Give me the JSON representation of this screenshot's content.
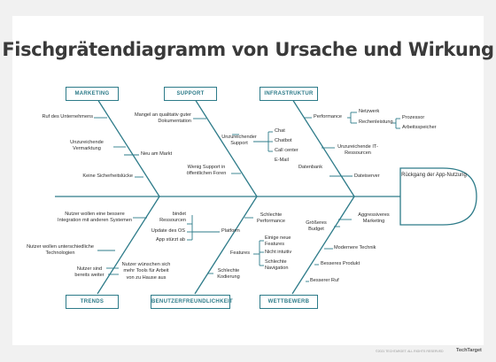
{
  "title": "Fischgrätendiagramm von Ursache und Wirkung",
  "effect": "Rückgang der App-Nutzung",
  "categories": {
    "marketing": "MARKETING",
    "support": "SUPPORT",
    "infrastruktur": "INFRASTRUKTUR",
    "trends": "TRENDS",
    "benutzer": "BENUTZERFREUNDLICHKEIT",
    "wettbewerb": "WETTBEWERB"
  },
  "causes": {
    "ruf_unternehmen": "Ruf des Unternehmens",
    "unzureichende_vermarktung": "Unzureichende Vermarktung",
    "neu_am_markt": "Neu am Markt",
    "keine_sicherheitsluecke": "Keine Sicherheitslücke",
    "mangel_dokumentation": "Mangel an qualitativ guter Dokumentation",
    "unzureichender_support": "Unzureichender Support",
    "chat": "Chat",
    "chatbot": "Chatbot",
    "call_center": "Call center",
    "email": "E-Mail",
    "wenig_support_foren": "Wenig Support in öffentlichen Foren",
    "performance": "Performance",
    "netzwerk": "Netzwerk",
    "rechenleistung": "Rechenleistung",
    "prozessor": "Prozessor",
    "arbeitsspeicher": "Arbeitsspeicher",
    "unzureichende_it": "Unzureichende IT-Ressourcen",
    "datenbank": "Datenbank",
    "dateiserver": "Dateiserver",
    "nutzer_integration": "Nutzer wollen eine bessere Integration mit anderen Systemen",
    "nutzer_technologien": "Nutzer wollen unterschiedliche Technologien",
    "nutzer_weiter": "Nutzer sind bereits weiter",
    "nutzer_tools": "Nutzer wünschen sich mehr Tools für Arbeit von zu Hause aus",
    "bindet_ressourcen": "bindet Ressourcen",
    "update_os": "Update des OS",
    "app_stuerzt": "App stürzt ab",
    "platform": "Platform",
    "schlechte_performance": "Schlechte Performance",
    "schlechte_kodierung": "Schlechte Kodierung",
    "einige_neue_features": "Einige neue Features",
    "nicht_intuitiv": "Nicht intuitiv",
    "schlechte_navigation": "Schlechte Navigation",
    "features": "Features",
    "groesseres_budget": "Größeres Budget",
    "aggressiveres_marketing": "Aggressiveres Marketing",
    "modernere_technik": "Modernere Technik",
    "besseres_produkt": "Besseres Produkt",
    "besserer_ruf": "Besserer Ruf"
  },
  "footer": "©2021 TECHTARGET. ALL RIGHTS RESERVED",
  "brand": "TechTarget",
  "colors": {
    "accent": "#2d7b89",
    "text": "#2b2b2b",
    "title": "#3a3a3a"
  }
}
